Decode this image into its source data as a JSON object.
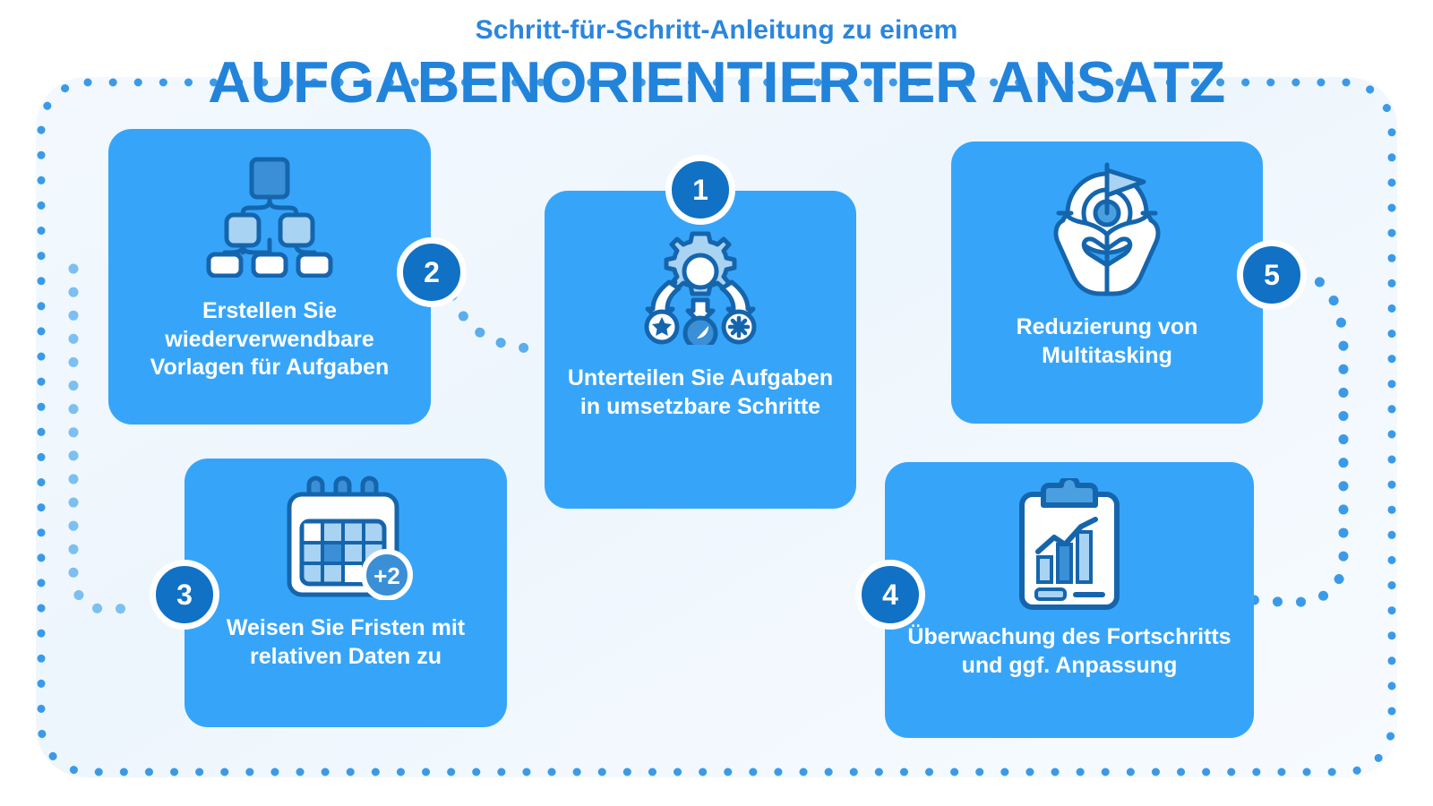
{
  "header": {
    "eyebrow": "Schritt-für-Schritt-Anleitung zu einem",
    "headline": "AUFGABENORIENTIERTER ANSATZ"
  },
  "colors": {
    "card_blue": "#36a5f9",
    "badge_blue": "#1071c5",
    "title_blue": "#2283db",
    "eyebrow_blue": "#2b86dd",
    "background": "#f2f8fe",
    "dot_blue": "#3b9ae8",
    "icon_dark": "#1565ad",
    "icon_mid": "#4a9fe0",
    "icon_light": "#a9d3f2",
    "icon_white": "#ffffff"
  },
  "steps": [
    {
      "number": "1",
      "label": "Unterteilen Sie Aufgaben in umsetzbare Schritte",
      "icon": "gear-branching-icon"
    },
    {
      "number": "2",
      "label": "Erstellen Sie wiederverwendbare Vorlagen für Aufgaben",
      "icon": "hierarchy-tree-icon"
    },
    {
      "number": "3",
      "label": "Weisen Sie Fristen mit relativen Daten zu",
      "icon": "calendar-icon",
      "badge_text": "+2"
    },
    {
      "number": "4",
      "label": "Überwachung des Fortschritts und ggf. Anpassung",
      "icon": "clipboard-chart-icon"
    },
    {
      "number": "5",
      "label": "Reduzierung von Multitasking",
      "icon": "hands-target-flag-icon"
    }
  ]
}
